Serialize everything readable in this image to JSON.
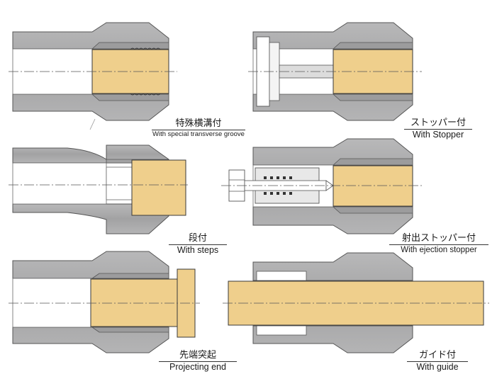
{
  "colors": {
    "collet": "#a9a9aa",
    "collet_edge": "#555555",
    "bore": "#ffffff",
    "workpiece": "#efcf8c",
    "workpiece_edge": "#3a3a3a",
    "centerline": "#555555"
  },
  "labels": {
    "special_groove": {
      "jp": "特殊横溝付",
      "en": "With special transverse groove"
    },
    "stopper": {
      "jp": "ストッパー付",
      "en": "With Stopper"
    },
    "steps": {
      "jp": "段付",
      "en": "With steps"
    },
    "ejection_stopper": {
      "jp": "射出ストッパー付",
      "en": "With ejection stopper"
    },
    "projecting_end": {
      "jp": "先端突起",
      "en": "Projecting end"
    },
    "guide": {
      "jp": "ガイド付",
      "en": "With guide"
    }
  }
}
